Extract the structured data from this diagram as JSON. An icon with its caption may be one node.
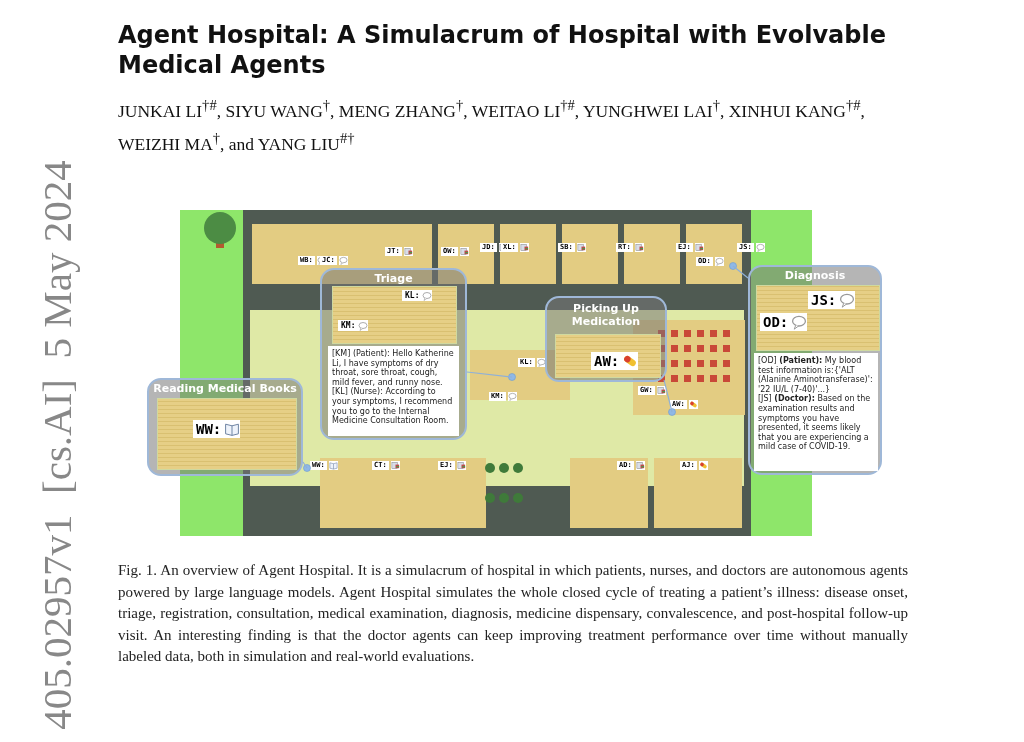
{
  "diagram": {
    "title": "Agent Hospital: A Simulacrum of Hospital with Evolvable Medical Agents",
    "caption": "Fig. 1.  An overview of Agent Hospital. It is a simulacrum of hospital in which patients, nurses, and doctors are autonomous agents powered by large language models. Agent Hospital simulates the whole closed cycle of treating a patient’s illness: disease onset, triage, registration, consultation, medical examination, diagnosis, medicine dispensary, convalescence, and post-hospital follow-up visit. An interesting finding is that the doctor agents can keep improving treatment performance over time without manually labeled data, both in simulation and real-world evaluations.",
    "nodes": [
      {
        "text": [
          "Triage",
          "KL:",
          "KM:",
          "[KM] (Patient): Hello Katherine Li, I have symptoms of dry throat, sore throat, cough, mild fever, and runny nose.",
          "[KL] (Nurse): According to your symptoms, I recommend you to go to the Internal Medicine Consultation Room."
        ]
      },
      {
        "text": [
          "Diagnosis",
          "JS:",
          "OD:",
          "[OD] **(Patient):** My blood test information is:{'ALT (Alanine Aminotransferase)': '22 IU/L (7-40)'...}",
          "[JS] **(Doctor):** Based on the examination results and symptoms you have presented, it seems likely that you are experiencing a mild case of COVID-19."
        ]
      },
      {
        "text": [
          "Picking Up Medication",
          "AW:"
        ]
      },
      {
        "text": [
          "Reading Medical Books",
          "WW:"
        ]
      },
      {
        "text": [],
        "shape": "circle"
      },
      {
        "text": [],
        "shape": "circle"
      },
      {
        "text": [],
        "shape": "circle"
      },
      {
        "text": [],
        "shape": "circle"
      }
    ],
    "edges": [
      {
        "from": 0,
        "to": 5,
        "arrow": "none"
      },
      {
        "from": 1,
        "to": 4,
        "arrow": "none"
      },
      {
        "from": 2,
        "to": 6,
        "arrow": "none"
      },
      {
        "from": 3,
        "to": 7,
        "arrow": "none"
      }
    ],
    "labels": [
      "JUNKAI LI$^{†#}$, SIYU WANG$^{†}$, MENG ZHANG$^{†}$, WEITAO LI$^{†#}$, YUNGHWEI LAI$^{†}$, XINHUI KANG$^{†#}$, WEIZHI MA$^{†}$, and YANG LIU$^{#†}$",
      "405.02957v1  [cs.AI]  5 May 2024",
      "WB:",
      "JC:",
      "JT:",
      "OW:",
      "JD:",
      "XL:",
      "SB:",
      "RT:",
      "EJ:",
      "JS:",
      "OD:",
      "KL:",
      "GW:",
      "KM:",
      "AW:",
      "WW:",
      "CT:",
      "EJ:",
      "AD:",
      "AJ:"
    ]
  }
}
